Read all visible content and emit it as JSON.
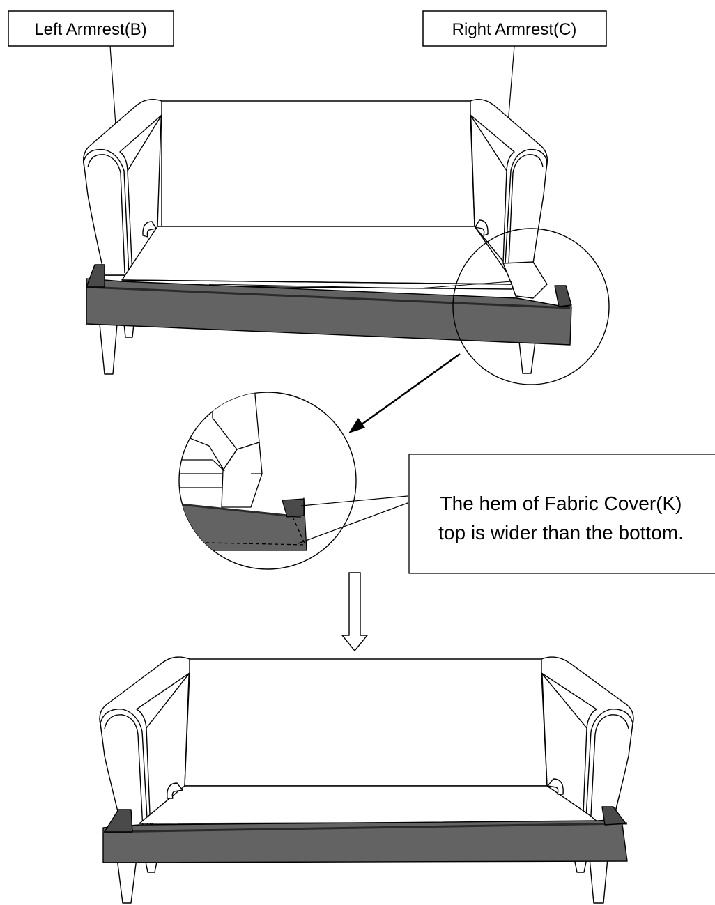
{
  "labels": {
    "left_armrest": "Left Armrest(B)",
    "right_armrest": "Right Armrest(C)",
    "callout_line1": "The hem of Fabric Cover(K)",
    "callout_line2": "top is wider than the bottom."
  },
  "colors": {
    "cover_fill": "#636363",
    "cover_dark": "#3e3e3e",
    "line": "#000000",
    "background": "#ffffff"
  },
  "icons": {
    "flow_arrow": "down-arrow-icon",
    "zoom_arrow": "diagonal-arrow-icon"
  }
}
